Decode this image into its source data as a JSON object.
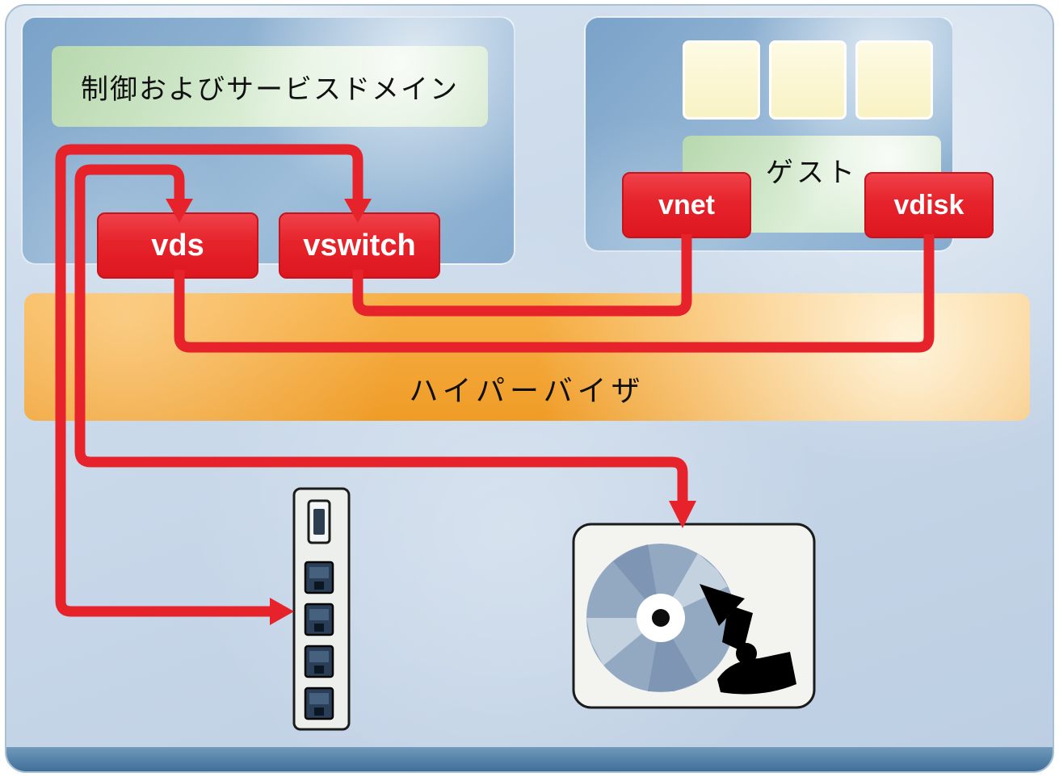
{
  "diagram": {
    "control_service_domain": {
      "label": "制御およびサービスドメイン",
      "services": {
        "vds": "vds",
        "vswitch": "vswitch"
      }
    },
    "guest_domain": {
      "label": "ゲスト",
      "devices": {
        "vnet": "vnet",
        "vdisk": "vdisk"
      },
      "app_tile_count": 3
    },
    "hypervisor": {
      "label": "ハイパーバイザ"
    },
    "connections": [
      {
        "from": "vswitch",
        "to": "vnet",
        "arrows": "none"
      },
      {
        "from": "vds",
        "to": "vdisk",
        "arrows": "none"
      },
      {
        "from": "vswitch",
        "to": "physical-nic",
        "arrows": "both"
      },
      {
        "from": "vds",
        "to": "physical-disk",
        "arrows": "both"
      }
    ]
  },
  "icons": {
    "nic": "nic-card-icon",
    "disk": "disk-icon"
  },
  "colors": {
    "arrow_red": "#e6232b",
    "red_box": "#e6232b",
    "hypervisor_orange": "#f4a42f",
    "domain_blue": "#8fb3d4",
    "label_green": "#cfe6c8",
    "app_tile_yellow": "#fbf6cf",
    "background_blue": "#c9d9ea",
    "bottom_band_blue": "#4a7aa3"
  }
}
